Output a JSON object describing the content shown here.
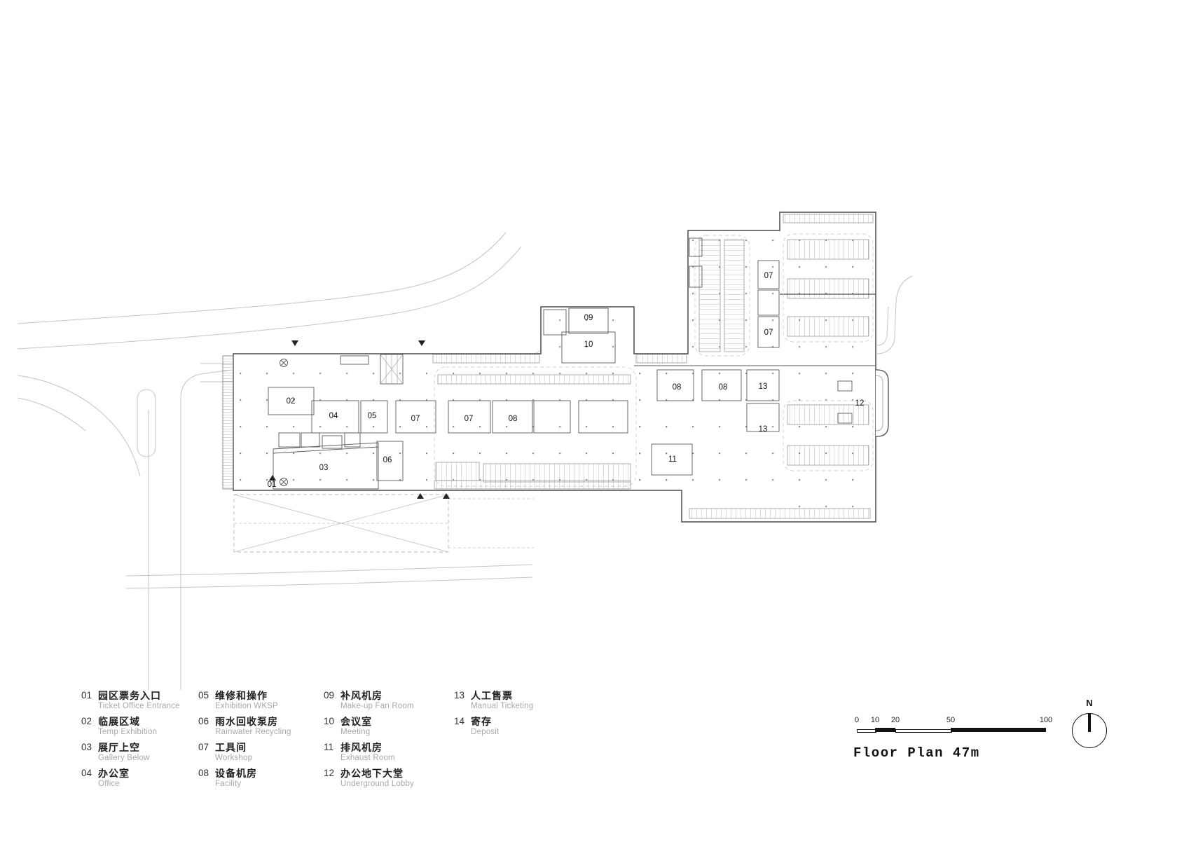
{
  "titleblock": {
    "title": "Floor Plan 47m"
  },
  "north": {
    "label": "N"
  },
  "scalebar": {
    "ticks": [
      "0",
      "10",
      "20",
      "50",
      "100"
    ]
  },
  "plan": {
    "labels": [
      "01",
      "02",
      "03",
      "04",
      "05",
      "06",
      "07",
      "07",
      "08",
      "09",
      "10",
      "07",
      "07",
      "08",
      "08",
      "13",
      "13",
      "11",
      "12"
    ]
  },
  "legend": {
    "items": [
      {
        "num": "01",
        "zh": "园区票务入口",
        "en": "Ticket Office Entrance"
      },
      {
        "num": "02",
        "zh": "临展区域",
        "en": "Temp Exhibition"
      },
      {
        "num": "03",
        "zh": "展厅上空",
        "en": "Gallery Below"
      },
      {
        "num": "04",
        "zh": "办公室",
        "en": "Office"
      },
      {
        "num": "05",
        "zh": "维修和操作",
        "en": "Exhibition WKSP"
      },
      {
        "num": "06",
        "zh": "雨水回收泵房",
        "en": "Rainwater Recycling"
      },
      {
        "num": "07",
        "zh": "工具间",
        "en": "Workshop"
      },
      {
        "num": "08",
        "zh": "设备机房",
        "en": "Facility"
      },
      {
        "num": "09",
        "zh": "补风机房",
        "en": "Make-up Fan Room"
      },
      {
        "num": "10",
        "zh": "会议室",
        "en": "Meeting"
      },
      {
        "num": "11",
        "zh": "排风机房",
        "en": "Exhaust Room"
      },
      {
        "num": "12",
        "zh": "办公地下大堂",
        "en": "Underground Lobby"
      },
      {
        "num": "13",
        "zh": "人工售票",
        "en": "Manual Ticketing"
      },
      {
        "num": "14",
        "zh": "寄存",
        "en": "Deposit"
      }
    ]
  },
  "colors": {
    "wall": "#4a4a4a",
    "road": "#c4c4c4",
    "stall": "#9a9a9a",
    "ink": "#111111",
    "muted": "#a8a8a8"
  }
}
